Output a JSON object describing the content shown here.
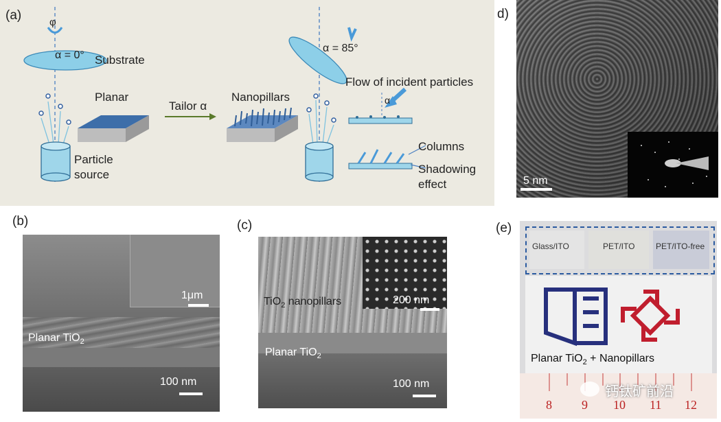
{
  "panel_a": {
    "label": "(a)",
    "phi": "φ",
    "alpha0": "α = 0°",
    "substrate": "Substrate",
    "planar": "Planar",
    "tailor": "Tailor α",
    "nanopillars": "Nanopillars",
    "particle_source": "Particle\nsource",
    "alpha85": "α = 85°",
    "flow": "Flow of incident particles",
    "alpha": "α",
    "columns": "Columns",
    "shadowing": "Shadowing\neffect"
  },
  "panel_b": {
    "label": "(b)",
    "scale_inset": "1μm",
    "film": "Planar TiO",
    "film_sub": "2",
    "scale_main": "100 nm"
  },
  "panel_c": {
    "label": "(c)",
    "nanopillars": "TiO",
    "nanopillars_sub": "2",
    "nanopillars_rest": " nanopillars",
    "scale_inset": "200 nm",
    "film": "Planar TiO",
    "film_sub": "2",
    "scale_main": "100 nm"
  },
  "panel_d": {
    "label": "d)",
    "scale": "5 nm"
  },
  "panel_e": {
    "label": "(e)",
    "samples": [
      "Glass/ITO",
      "PET/ITO",
      "PET/ITO-free"
    ],
    "caption": "Planar TiO",
    "caption_sub": "2",
    "caption_rest": " + Nanopillars",
    "ruler": [
      "8",
      "9",
      "10",
      "11",
      "12"
    ],
    "watermark": "钙钛矿前沿"
  }
}
